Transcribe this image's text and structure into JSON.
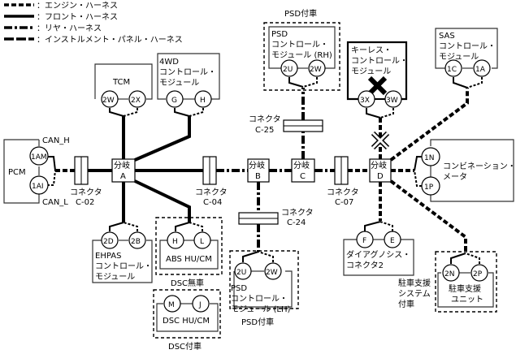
{
  "legend": [
    {
      "style": "engine",
      "label": "：エンジン・ハーネス"
    },
    {
      "style": "front",
      "label": "：フロント・ハーネス"
    },
    {
      "style": "rear",
      "label": "：リヤ・ハーネス"
    },
    {
      "style": "instrument-panel",
      "label": "：インストルメント・パネル・ハーネス"
    }
  ],
  "branches": {
    "A": {
      "label1": "分岐",
      "label2": "A"
    },
    "B": {
      "label1": "分岐",
      "label2": "B"
    },
    "C": {
      "label1": "分岐",
      "label2": "C"
    },
    "D": {
      "label1": "分岐",
      "label2": "D"
    }
  },
  "connectors": {
    "c02": {
      "label1": "コネクタ",
      "label2": "C-02"
    },
    "c04": {
      "label1": "コネクタ",
      "label2": "C-04"
    },
    "c07": {
      "label1": "コネクタ",
      "label2": "C-07"
    },
    "c24": {
      "label1": "コネクタ",
      "label2": "C-24"
    },
    "c25": {
      "label1": "コネクタ",
      "label2": "C-25"
    }
  },
  "modules": {
    "pcm": {
      "name": "PCM",
      "can_h": "CAN_H",
      "can_l": "CAN_L",
      "pins": [
        "1AM",
        "1AI"
      ]
    },
    "tcm": {
      "name": "TCM",
      "pins": [
        "2W",
        "2X"
      ]
    },
    "fourwd": {
      "lines": [
        "4WD",
        "コントロール・",
        "モジュール"
      ],
      "pins": [
        "G",
        "H"
      ]
    },
    "psd_rh": {
      "group": "PSD付車",
      "lines": [
        "PSD",
        "コントロール・",
        "モジュール (RH)"
      ],
      "pins": [
        "2U",
        "2W"
      ]
    },
    "keyless": {
      "lines": [
        "キーレス・",
        "コントロール・",
        "モジュール"
      ],
      "pins": [
        "3X",
        "3W"
      ],
      "status": "fault"
    },
    "sas": {
      "lines": [
        "SAS",
        "コントロール・",
        "モジュール"
      ],
      "pins": [
        "1C",
        "1A"
      ]
    },
    "combimeter": {
      "lines": [
        "コンビネーション・",
        "メータ"
      ],
      "pins": [
        "1N",
        "1P"
      ]
    },
    "ehpas": {
      "lines": [
        "EHPAS",
        "コントロール・",
        "モジュール"
      ],
      "pins": [
        "2D",
        "2B"
      ]
    },
    "abs": {
      "name": "ABS HU/CM",
      "group": "DSC無車",
      "pins": [
        "H",
        "L"
      ]
    },
    "dsc": {
      "name": "DSC HU/CM",
      "group": "DSC付車",
      "pins": [
        "M",
        "J"
      ]
    },
    "psd_lh": {
      "group": "PSD付車",
      "lines": [
        "PSD",
        "コントロール・",
        "モジュール (LH)"
      ],
      "pins": [
        "2U",
        "2W"
      ]
    },
    "diag": {
      "lines": [
        "ダイアグノシス・",
        "コネクタ2"
      ],
      "pins": [
        "F",
        "E"
      ]
    },
    "parking": {
      "lines": [
        "駐車支援",
        "ユニット"
      ],
      "group_lines": [
        "駐車支援",
        "システム",
        "付車"
      ],
      "pins": [
        "2N",
        "2P"
      ]
    }
  }
}
